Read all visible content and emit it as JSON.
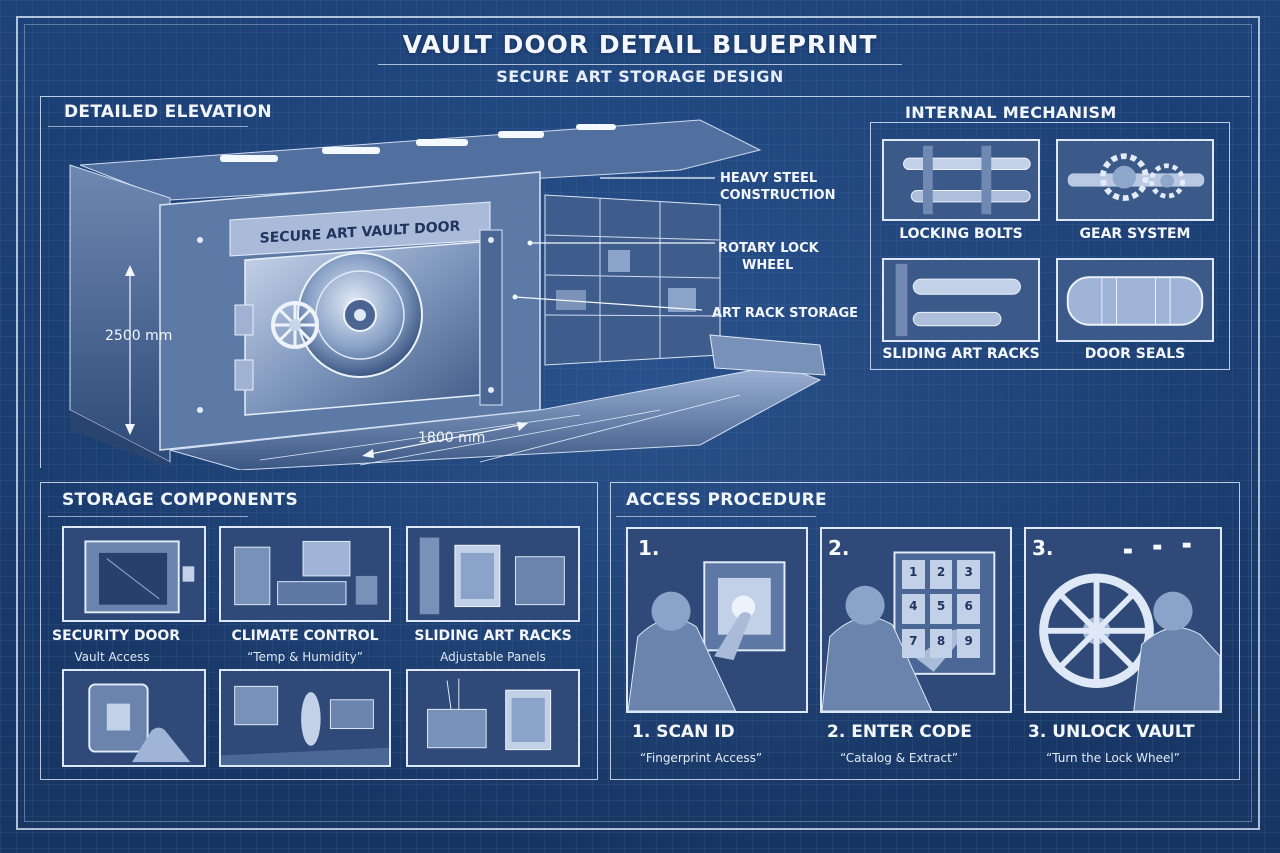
{
  "header": {
    "title": "VAULT DOOR DETAIL BLUEPRINT",
    "subtitle": "SECURE ART STORAGE DESIGN"
  },
  "elevation": {
    "label": "DETAILED ELEVATION",
    "door_sign": "SECURE ART VAULT DOOR",
    "height_dim": "2500 mm",
    "width_dim": "1800 mm",
    "callouts": {
      "steel_line1": "HEAVY STEEL",
      "steel_line2": "CONSTRUCTION",
      "wheel_line1": "ROTARY LOCK",
      "wheel_line2": "WHEEL",
      "rack": "ART RACK STORAGE"
    }
  },
  "mechanism": {
    "label": "INTERNAL MECHANISM",
    "items": [
      {
        "caption": "LOCKING BOLTS"
      },
      {
        "caption": "GEAR SYSTEM"
      },
      {
        "caption": "SLIDING ART RACKS"
      },
      {
        "caption": "DOOR SEALS"
      }
    ]
  },
  "storage": {
    "label": "STORAGE COMPONENTS",
    "items": [
      {
        "caption": "SECURITY DOOR",
        "sub": "Vault Access"
      },
      {
        "caption": "CLIMATE CONTROL",
        "sub": "“Temp & Humidity”"
      },
      {
        "caption": "SLIDING ART RACKS",
        "sub": "Adjustable Panels"
      }
    ]
  },
  "access": {
    "label": "ACCESS PROCEDURE",
    "steps": [
      {
        "num": "1.",
        "title": "1. SCAN ID",
        "sub": "“Fingerprint Access”"
      },
      {
        "num": "2.",
        "title": "2. ENTER CODE",
        "sub": "“Catalog & Extract”",
        "keys": [
          "1",
          "2",
          "3",
          "4",
          "5",
          "6",
          "7",
          "8",
          "9"
        ]
      },
      {
        "num": "3.",
        "title": "3. UNLOCK VAULT",
        "sub": "“Turn the Lock Wheel”"
      }
    ]
  }
}
